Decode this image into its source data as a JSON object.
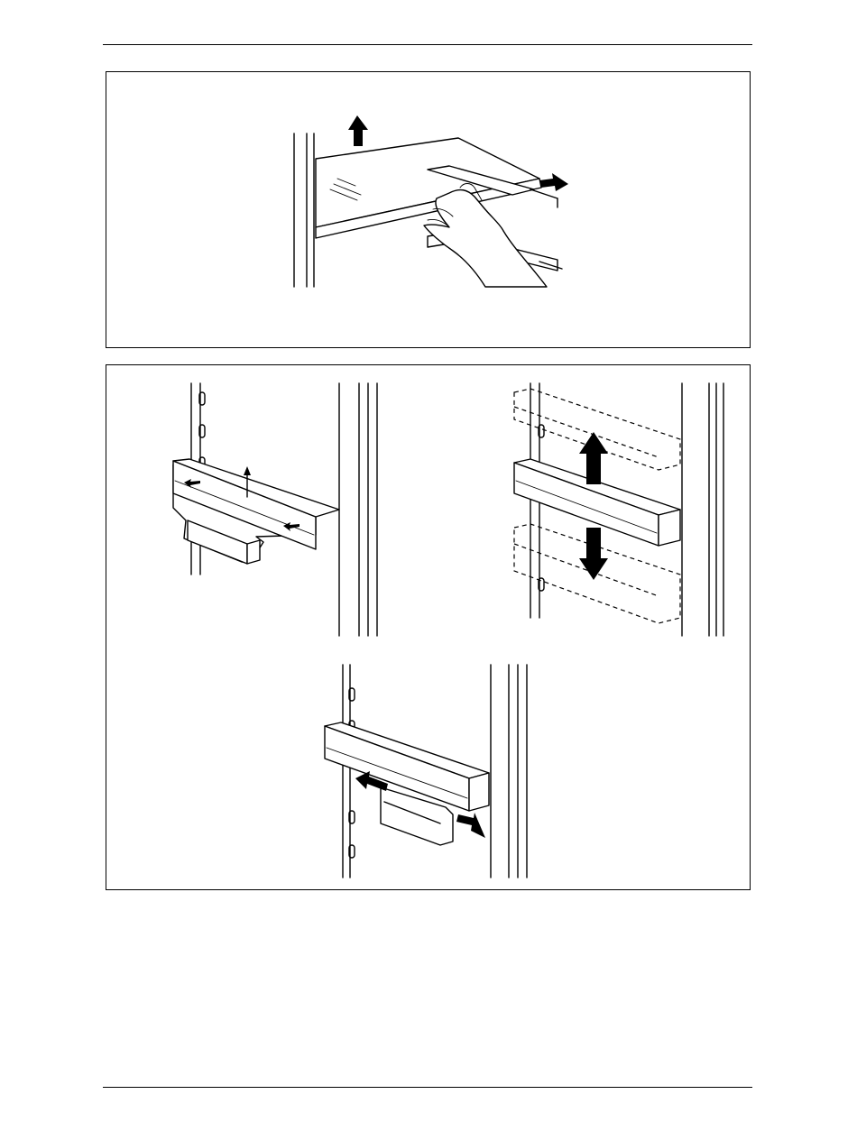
{
  "page": {
    "figures": [
      {
        "id": "fig-top",
        "depicts": [
          "shelf-illustration",
          "hand-illustration",
          "arrow-up-icon",
          "arrow-right-icon"
        ]
      },
      {
        "id": "fig-bottom",
        "depicts": [
          "door-shelf-illustration",
          "arrow-up-icon",
          "arrow-down-icon",
          "arrow-left-icon",
          "arrow-right-icon"
        ]
      }
    ]
  },
  "icons": [
    "arrow-up-icon",
    "arrow-down-icon",
    "arrow-left-icon",
    "arrow-right-icon"
  ]
}
